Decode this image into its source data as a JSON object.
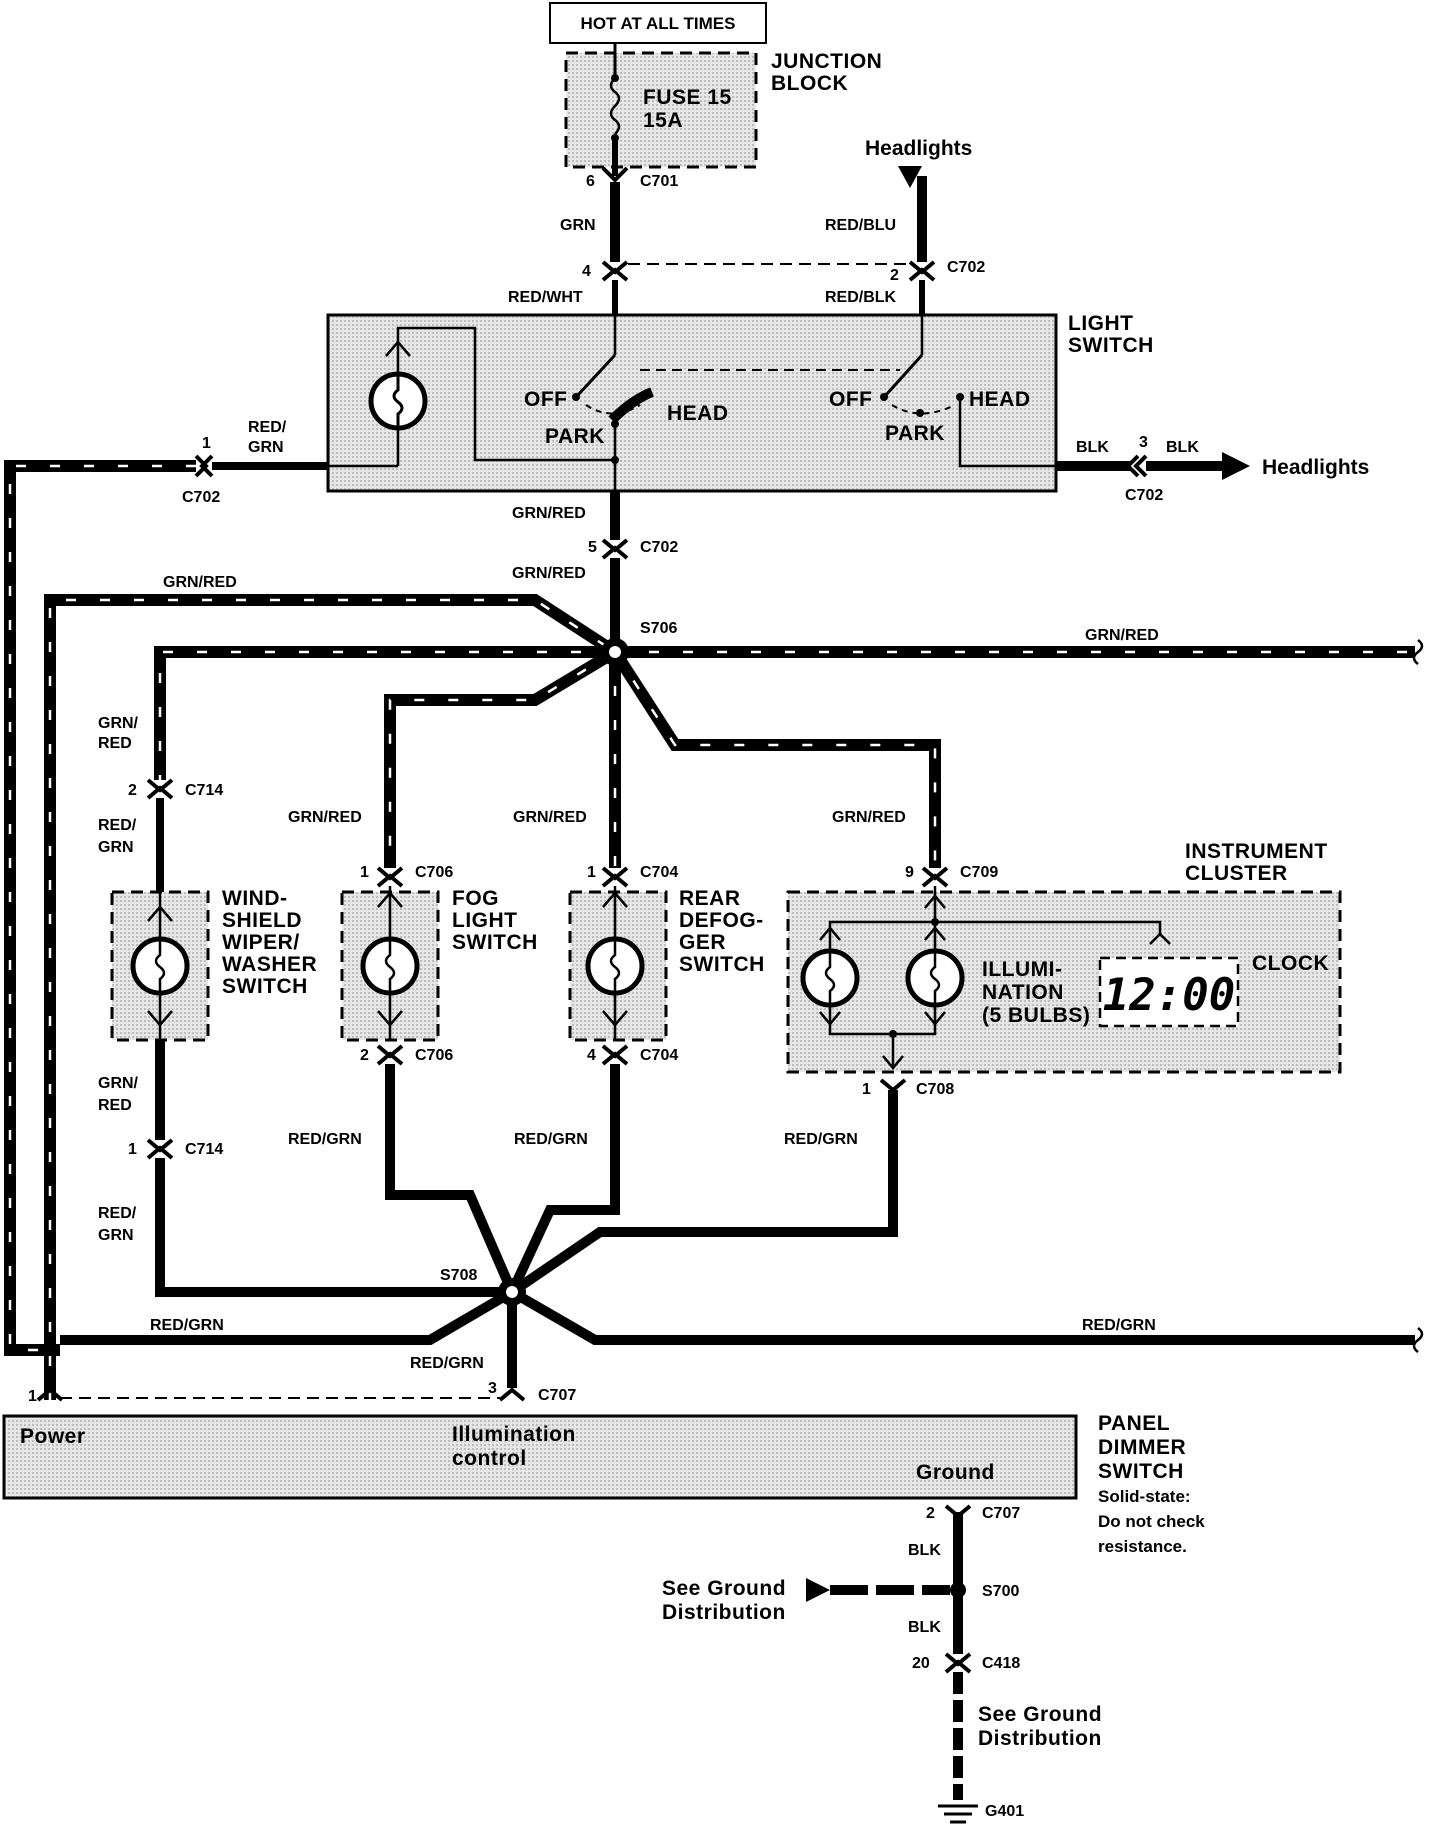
{
  "hot_at_all_times": "HOT AT ALL TIMES",
  "junction_block": {
    "title_line1": "JUNCTION",
    "title_line2": "BLOCK",
    "fuse_line1": "FUSE 15",
    "fuse_line2": "15A"
  },
  "light_switch": {
    "title_line1": "LIGHT",
    "title_line2": "SWITCH",
    "off_left": "OFF",
    "park_left": "PARK",
    "head_left": "HEAD",
    "off_right": "OFF",
    "park_right": "PARK",
    "head_right": "HEAD"
  },
  "headlights_top": "Headlights",
  "headlights_right": "Headlights",
  "instrument_cluster": {
    "title_line1": "INSTRUMENT",
    "title_line2": "CLUSTER",
    "illum_line1": "ILLUMI-",
    "illum_line2": "NATION",
    "illum_line3": "(5 BULBS)",
    "clock": "CLOCK",
    "clock_display": "12:00"
  },
  "switches": {
    "windshield": [
      "WIND-",
      "SHIELD",
      "WIPER/",
      "WASHER",
      "SWITCH"
    ],
    "fog": [
      "FOG",
      "LIGHT",
      "SWITCH"
    ],
    "rear_defogger": [
      "REAR",
      "DEFOG-",
      "GER",
      "SWITCH"
    ]
  },
  "panel_dimmer": {
    "power": "Power",
    "illum_line1": "Illumination",
    "illum_line2": "control",
    "ground": "Ground",
    "title_line1": "PANEL",
    "title_line2": "DIMMER",
    "title_line3": "SWITCH",
    "note_line1": "Solid-state:",
    "note_line2": "Do not check",
    "note_line3": "resistance."
  },
  "ground_distribution_1": [
    "See Ground",
    "Distribution"
  ],
  "ground_distribution_2": [
    "See Ground",
    "Distribution"
  ],
  "connectors": {
    "c701": "C701",
    "c701_pin": "6",
    "c702_a": "C702",
    "c702_a_pin": "4",
    "c702_b": "C702",
    "c702_b_pin": "2",
    "c702_c": "C702",
    "c702_c_pin": "1",
    "c702_d": "C702",
    "c702_d_pin": "3",
    "c702_e": "C702",
    "c702_e_pin": "5",
    "s706": "S706",
    "s708": "S708",
    "s700": "S700",
    "c714_a": "C714",
    "c714_a_pin": "2",
    "c714_b": "C714",
    "c714_b_pin": "1",
    "c706_a": "C706",
    "c706_a_pin": "1",
    "c706_b": "C706",
    "c706_b_pin": "2",
    "c704_a": "C704",
    "c704_a_pin": "1",
    "c704_b": "C704",
    "c704_b_pin": "4",
    "c709": "C709",
    "c709_pin": "9",
    "c708": "C708",
    "c708_pin": "1",
    "c707_a": "C707",
    "c707_a_pin": "3",
    "c707_power_pin": "1",
    "c707_b": "C707",
    "c707_b_pin": "2",
    "c418": "C418",
    "c418_pin": "20",
    "g401": "G401"
  },
  "wires": {
    "grn": "GRN",
    "red_wht": "RED/WHT",
    "red_blu": "RED/BLU",
    "red_blk": "RED/BLK",
    "red_grn_ls_1": "RED/",
    "red_grn_ls_2": "GRN",
    "blk_ls": "BLK",
    "blk_hl": "BLK",
    "grn_red_ls": "GRN/RED",
    "grn_red_c702": "GRN/RED",
    "grn_red_left": "GRN/RED",
    "grn_red_right": "GRN/RED",
    "grn_red_ws_1": "GRN/",
    "grn_red_ws_2": "RED",
    "red_grn_ws_1": "RED/",
    "red_grn_ws_2": "GRN",
    "grn_red_fog": "GRN/RED",
    "grn_red_def": "GRN/RED",
    "grn_red_ic": "GRN/RED",
    "grn_red_ws_b1": "GRN/",
    "grn_red_ws_b2": "RED",
    "red_grn_ws_b1": "RED/",
    "red_grn_ws_b2": "GRN",
    "red_grn_fog": "RED/GRN",
    "red_grn_def": "RED/GRN",
    "red_grn_ic": "RED/GRN",
    "red_grn_left": "RED/GRN",
    "red_grn_right": "RED/GRN",
    "red_grn_s708": "RED/GRN",
    "blk_1": "BLK",
    "blk_2": "BLK"
  }
}
